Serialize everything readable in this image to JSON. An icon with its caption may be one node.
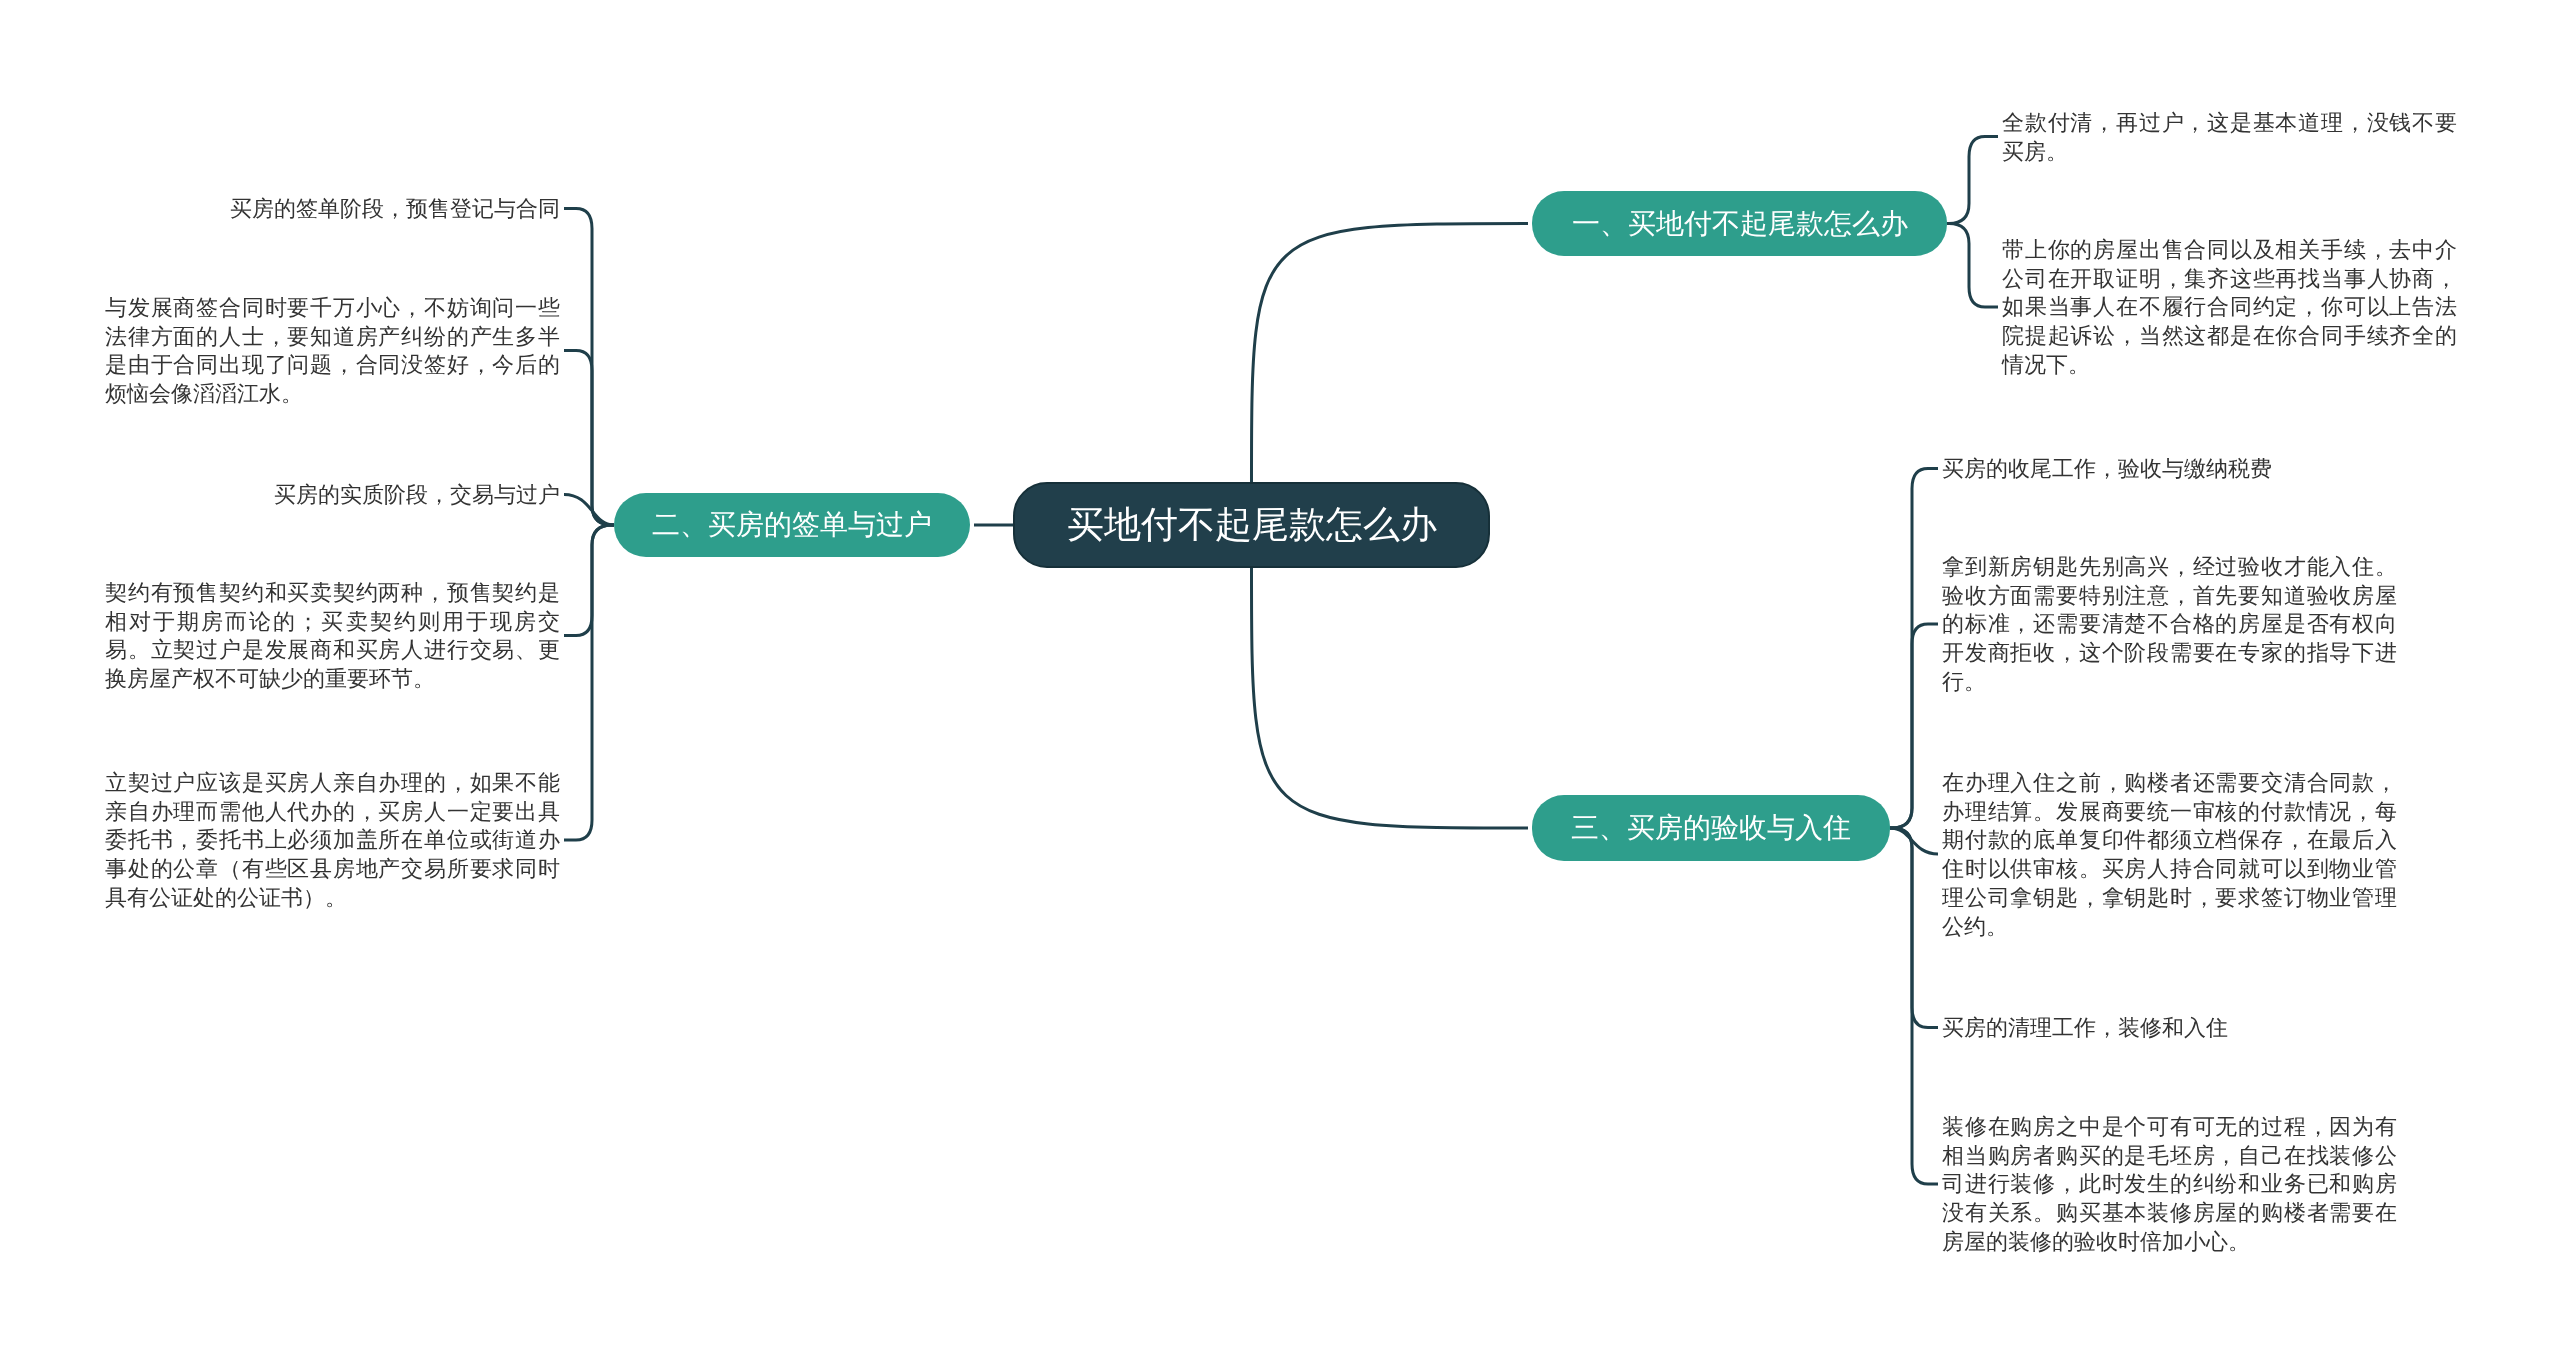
{
  "diagram": {
    "nodes": [
      {
        "text": [
          "买地付不起尾款怎么办"
        ]
      },
      {
        "text": [
          "一、买地付不起尾款怎么办"
        ]
      },
      {
        "text": [
          "全款付清，再过户，这是基本道理，没钱不要买房。"
        ]
      },
      {
        "text": [
          "带上你的房屋出售合同以及相关手续，去中介公司在开取证明，集齐这些再找当事人协商，如果当事人在不履行合同约定，你可以上告法院提起诉讼，当然这都是在你合同手续齐全的情况下。"
        ]
      },
      {
        "text": [
          "二、买房的签单与过户"
        ]
      },
      {
        "text": [
          "买房的签单阶段，预售登记与合同"
        ]
      },
      {
        "text": [
          "与发展商签合同时要千万小心，不妨询问一些法律方面的人士，要知道房产纠纷的产生多半是由于合同出现了问题，合同没签好，今后的烦恼会像滔滔江水。"
        ]
      },
      {
        "text": [
          "买房的实质阶段，交易与过户"
        ]
      },
      {
        "text": [
          "契约有预售契约和买卖契约两种，预售契约是相对于期房而论的；买卖契约则用于现房交易。立契过户是发展商和买房人进行交易、更换房屋产权不可缺少的重要环节。"
        ]
      },
      {
        "text": [
          "立契过户应该是买房人亲自办理的，如果不能亲自办理而需他人代办的，买房人一定要出具委托书，委托书上必须加盖所在单位或街道办事处的公章（有些区县房地产交易所要求同时具有公证处的公证书）。"
        ]
      },
      {
        "text": [
          "三、买房的验收与入住"
        ]
      },
      {
        "text": [
          "买房的收尾工作，验收与缴纳税费"
        ]
      },
      {
        "text": [
          "拿到新房钥匙先别高兴，经过验收才能入住。验收方面需要特别注意，首先要知道验收房屋的标准，还需要清楚不合格的房屋是否有权向开发商拒收，这个阶段需要在专家的指导下进行。"
        ]
      },
      {
        "text": [
          "在办理入住之前，购楼者还需要交清合同款，办理结算。发展商要统一审核的付款情况，每期付款的底单复印件都须立档保存，在最后入住时以供审核。买房人持合同就可以到物业管理公司拿钥匙，拿钥匙时，要求签订物业管理公约。"
        ]
      },
      {
        "text": [
          "买房的清理工作，装修和入住"
        ]
      },
      {
        "text": [
          "装修在购房之中是个可有可无的过程，因为有相当购房者购买的是毛坯房，自己在找装修公司进行装修，此时发生的纠纷和业务已和购房没有关系。购买基本装修房屋的购楼者需要在房屋的装修的验收时倍加小心。"
        ]
      }
    ],
    "edges": [
      {
        "from": 0,
        "to": 1,
        "arrow": "none"
      },
      {
        "from": 1,
        "to": 2,
        "arrow": "none"
      },
      {
        "from": 1,
        "to": 3,
        "arrow": "none"
      },
      {
        "from": 0,
        "to": 4,
        "arrow": "none"
      },
      {
        "from": 4,
        "to": 5,
        "arrow": "none"
      },
      {
        "from": 4,
        "to": 6,
        "arrow": "none"
      },
      {
        "from": 4,
        "to": 7,
        "arrow": "none"
      },
      {
        "from": 4,
        "to": 8,
        "arrow": "none"
      },
      {
        "from": 4,
        "to": 9,
        "arrow": "none"
      },
      {
        "from": 0,
        "to": 10,
        "arrow": "none"
      },
      {
        "from": 10,
        "to": 11,
        "arrow": "none"
      },
      {
        "from": 10,
        "to": 12,
        "arrow": "none"
      },
      {
        "from": 10,
        "to": 13,
        "arrow": "none"
      },
      {
        "from": 10,
        "to": 14,
        "arrow": "none"
      },
      {
        "from": 10,
        "to": 15,
        "arrow": "none"
      }
    ]
  }
}
